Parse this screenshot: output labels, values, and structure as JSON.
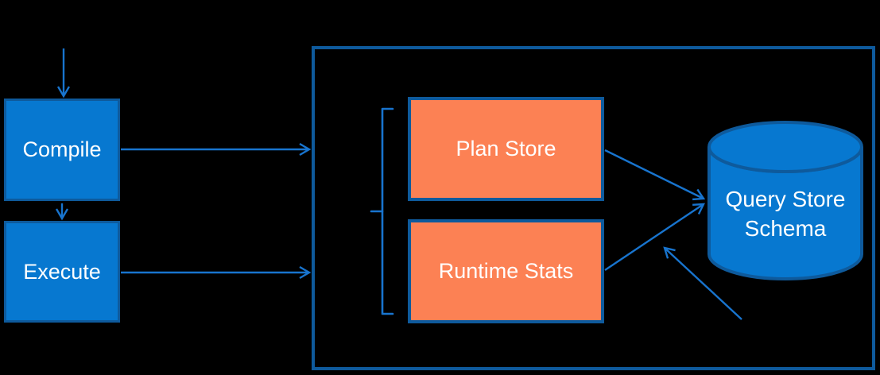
{
  "diagram": {
    "colors": {
      "background": "#000000",
      "node_fill": "#0778D0",
      "node_border": "#0E5A9C",
      "store_fill": "#FC8154",
      "arrow": "#1874CE",
      "text": "#FFFFFF"
    },
    "nodes": {
      "compile": {
        "label": "Compile"
      },
      "execute": {
        "label": "Execute"
      },
      "plan_store": {
        "label": "Plan Store"
      },
      "runtime_stats": {
        "label": "Runtime Stats"
      },
      "query_store_schema": {
        "line1": "Query Store",
        "line2": "Schema"
      }
    },
    "edges": [
      {
        "from": "input",
        "to": "compile"
      },
      {
        "from": "compile",
        "to": "execute"
      },
      {
        "from": "compile",
        "to": "query_store_container"
      },
      {
        "from": "execute",
        "to": "query_store_container"
      },
      {
        "from": "plan_store",
        "to": "query_store_schema"
      },
      {
        "from": "runtime_stats",
        "to": "query_store_schema"
      },
      {
        "from": "external",
        "to": "query_store_schema"
      }
    ]
  }
}
